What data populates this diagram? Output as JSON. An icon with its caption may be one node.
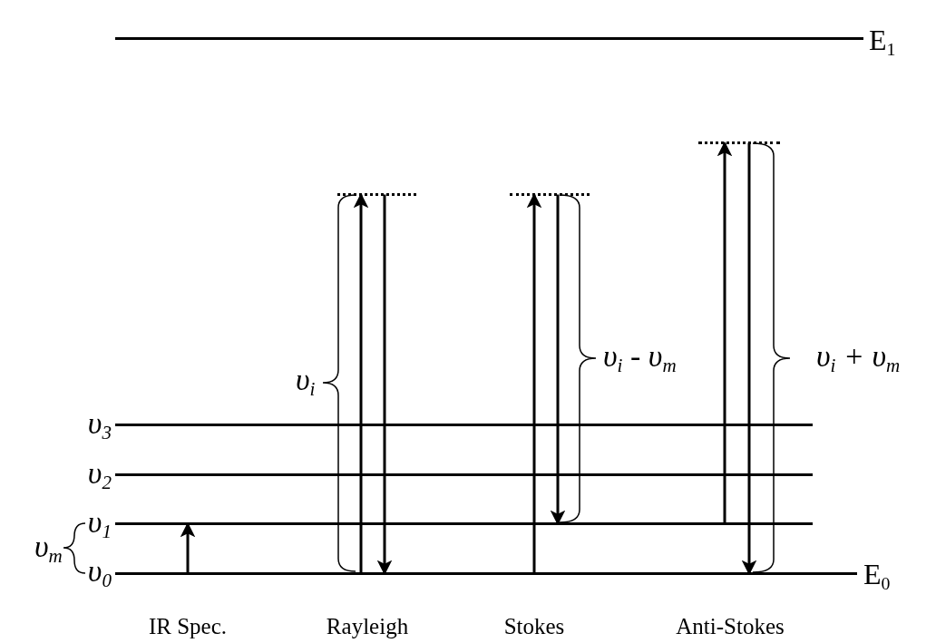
{
  "diagram": {
    "nodes": [
      {
        "text": [
          "E$_{1}$"
        ]
      },
      {
        "text": [],
        "shape": "line"
      },
      {
        "text": [],
        "shape": "line"
      },
      {
        "text": [],
        "shape": "line"
      },
      {
        "text": [
          "υ$_{3}$"
        ]
      },
      {
        "text": [
          "υ$_{2}$"
        ]
      },
      {
        "text": [
          "υ$_{1}$"
        ]
      },
      {
        "text": [
          "υ$_{0}$",
          "E$_{0}$"
        ]
      }
    ],
    "edges": [
      {
        "from": 7,
        "to": 6,
        "arrow": "to"
      },
      {
        "from": 7,
        "to": 1,
        "arrow": "to"
      },
      {
        "from": 1,
        "to": 7,
        "arrow": "to"
      },
      {
        "from": 7,
        "to": 2,
        "arrow": "to"
      },
      {
        "from": 2,
        "to": 6,
        "arrow": "to"
      },
      {
        "from": 6,
        "to": 3,
        "arrow": "to"
      },
      {
        "from": 3,
        "to": 7,
        "arrow": "to"
      }
    ],
    "labels": [
      "υ$_{m}$",
      "υ$_{i}$",
      "υ$_{i}$ - υ$_{m}$",
      "υ$_{i}$ + υ$_{m}$",
      "IR Spec.",
      "Rayleigh",
      "Stokes",
      "Anti-Stokes"
    ]
  }
}
